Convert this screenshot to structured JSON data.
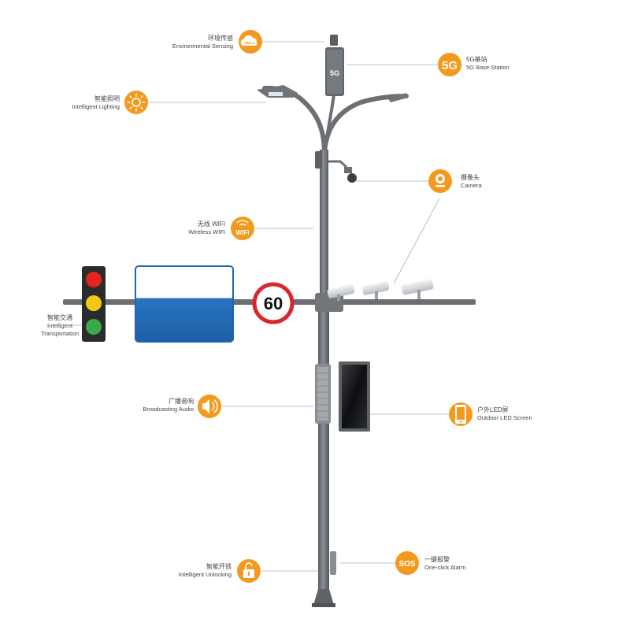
{
  "diagram": {
    "features": [
      {
        "id": "environmental-sensing",
        "cn": "环境传感",
        "en": "Environmental Sensing",
        "icon": "cloud-icon",
        "icon_text": "PM2.5"
      },
      {
        "id": "5g-base-station",
        "cn": "5G基站",
        "en": "5G Base Station",
        "icon": "5g-icon",
        "icon_text": "5G"
      },
      {
        "id": "intelligent-lighting",
        "cn": "智能照明",
        "en": "Intelligent Lighting",
        "icon": "sun-icon"
      },
      {
        "id": "camera",
        "cn": "摄像头",
        "en": "Camera",
        "icon": "webcam-icon"
      },
      {
        "id": "wireless-wifi",
        "cn": "无线 WIFI",
        "en": "Wireless WIFI",
        "icon": "wifi-icon",
        "icon_text": "WIFI"
      },
      {
        "id": "intelligent-transportation",
        "cn": "智能交通",
        "en": "Intelligent Transportation",
        "icon": "traffic-light-icon"
      },
      {
        "id": "broadcasting-audio",
        "cn": "广播音响",
        "en": "Broadcasting Audio",
        "icon": "speaker-icon"
      },
      {
        "id": "outdoor-led-screen",
        "cn": "户外LED屏",
        "en": "Outdoor LED Screen",
        "icon": "phone-screen-icon"
      },
      {
        "id": "one-click-alarm",
        "cn": "一键报警",
        "en": "One-click Alarm",
        "icon": "sos-icon",
        "icon_text": "SOS"
      },
      {
        "id": "intelligent-unlocking",
        "cn": "智能开锁",
        "en": "Intelligent Unlocking",
        "icon": "lock-icon"
      }
    ],
    "speed_limit": "60",
    "antenna_text": "5G",
    "colors": {
      "accent": "#f39a1e",
      "pole": "#6b6f73",
      "sign_blue": "#1f66b1",
      "sign_red": "#d9262b",
      "line": "#8fb6cf",
      "traffic_red": "#e32421",
      "traffic_yellow": "#f3c915",
      "traffic_green": "#3aa84b"
    }
  }
}
